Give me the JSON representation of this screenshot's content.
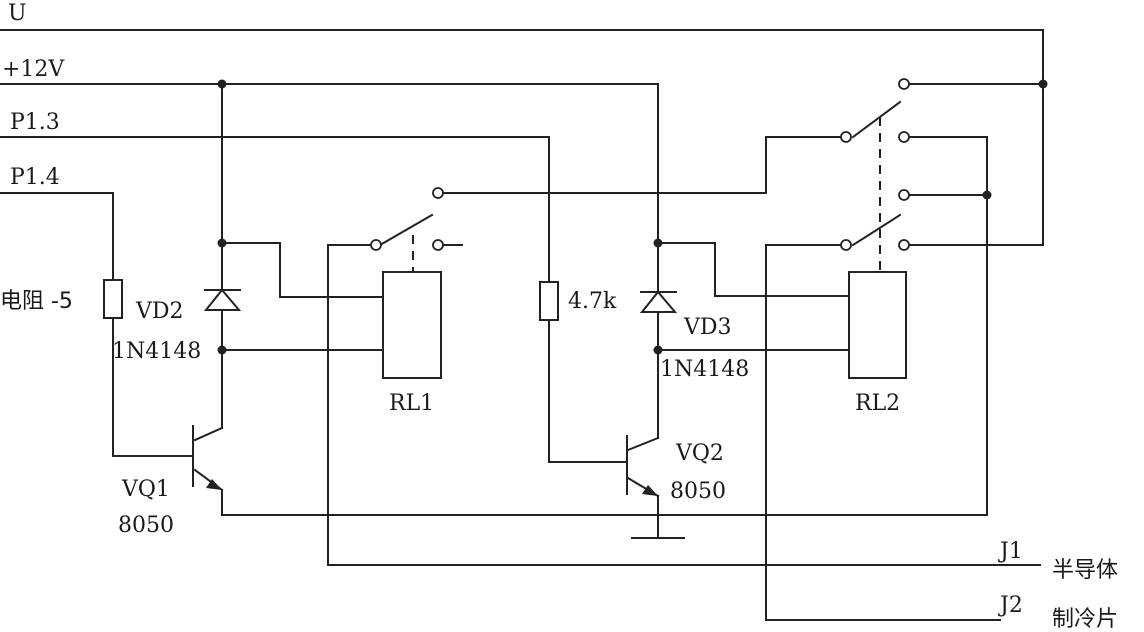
{
  "rails": {
    "u": "U",
    "v12": "+12V",
    "p13": "P1.3",
    "p14": "P1.4"
  },
  "components": {
    "r1": "电阻 -5",
    "r2": "4.7k",
    "vd2_name": "VD2",
    "vd2_part": "1N4148",
    "vd3_name": "VD3",
    "vd3_part": "1N4148",
    "rl1": "RL1",
    "rl2": "RL2",
    "vq1_name": "VQ1",
    "vq1_part": "8050",
    "vq2_name": "VQ2",
    "vq2_part": "8050"
  },
  "outputs": {
    "j1": "J1",
    "j1_desc": "半导体",
    "j2": "J2",
    "j2_desc": "制冷片"
  }
}
